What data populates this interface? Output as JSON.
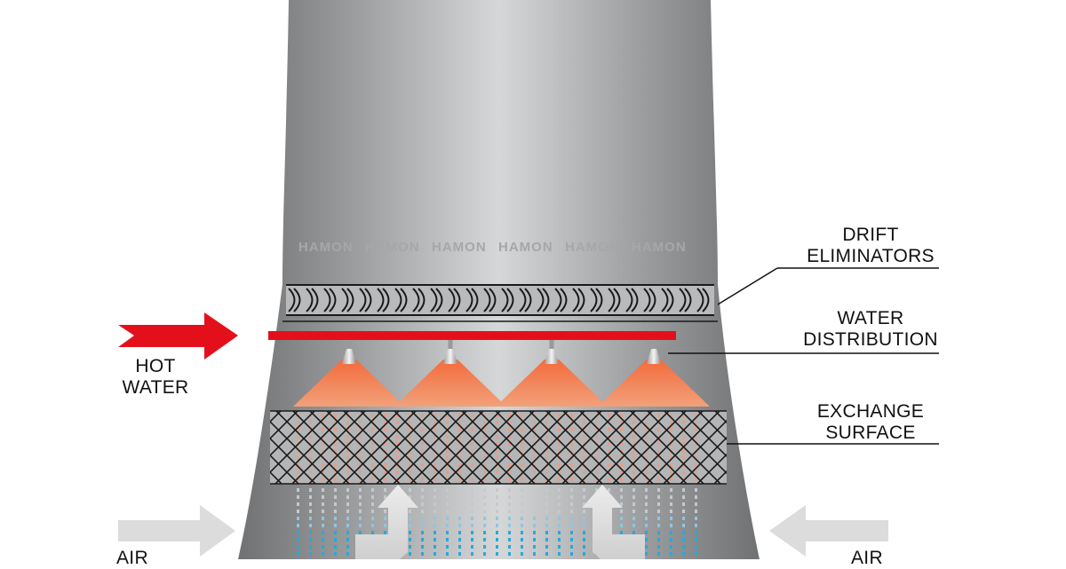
{
  "watermark": "HAMON",
  "labels": {
    "drift": {
      "line1": "DRIFT",
      "line2": "ELIMINATORS"
    },
    "water_distribution": {
      "line1": "WATER",
      "line2": "DISTRIBUTION"
    },
    "exchange": {
      "line1": "EXCHANGE",
      "line2": "SURFACE"
    },
    "hot_water": {
      "line1": "HOT",
      "line2": "WATER"
    },
    "air_left": "AIR",
    "air_right": "AIR"
  },
  "colors": {
    "tower": "#8a8c8e",
    "tower_highlight": "#d3d4d5",
    "hot_water": "#e3101b",
    "spray": "#f04e23",
    "cool_water": "#29a9d6",
    "air_arrow": "#dcdcdc"
  },
  "nozzle_count": 4
}
